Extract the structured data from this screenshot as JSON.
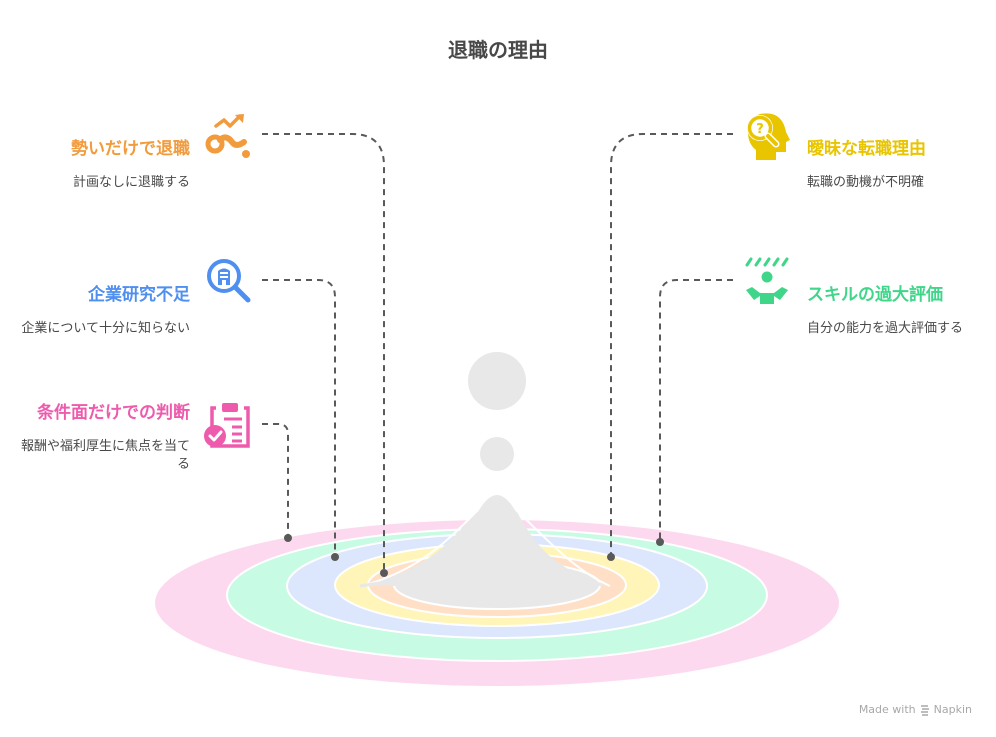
{
  "title": "退職の理由",
  "colors": {
    "orange": "#F29B3C",
    "blue": "#4E8FF0",
    "pink": "#EE5BAD",
    "yellow": "#E9C500",
    "green": "#3FD68A",
    "connector": "#595959",
    "drop": "#E8E8E8"
  },
  "rings": [
    {
      "name": "pink",
      "color": "#FDD9EF"
    },
    {
      "name": "green",
      "color": "#C8FBE3"
    },
    {
      "name": "blue",
      "color": "#DCE6FC"
    },
    {
      "name": "yellow",
      "color": "#FFF5B8"
    },
    {
      "name": "orange",
      "color": "#FFE0C7"
    },
    {
      "name": "center",
      "color": "#E8E8E8"
    }
  ],
  "items": [
    {
      "id": "impulse",
      "side": "left",
      "title": "勢いだけで退職",
      "desc": "計画なしに退職する",
      "icon": "impulse-run-icon",
      "color": "#F29B3C"
    },
    {
      "id": "research",
      "side": "left",
      "title": "企業研究不足",
      "desc": "企業について十分に知らない",
      "icon": "search-building-icon",
      "color": "#4E8FF0"
    },
    {
      "id": "conditions",
      "side": "left",
      "title": "条件面だけでの判断",
      "desc": "報酬や福利厚生に焦点を当てる",
      "icon": "clipboard-check-icon",
      "color": "#EE5BAD"
    },
    {
      "id": "vague",
      "side": "right",
      "title": "曖昧な転職理由",
      "desc": "転職の動機が不明確",
      "icon": "head-question-icon",
      "color": "#E9C500"
    },
    {
      "id": "overestimate",
      "side": "right",
      "title": "スキルの過大評価",
      "desc": "自分の能力を過大評価する",
      "icon": "person-shrug-icon",
      "color": "#3FD68A"
    }
  ],
  "footer": {
    "made_with": "Made with",
    "brand": "Napkin"
  }
}
